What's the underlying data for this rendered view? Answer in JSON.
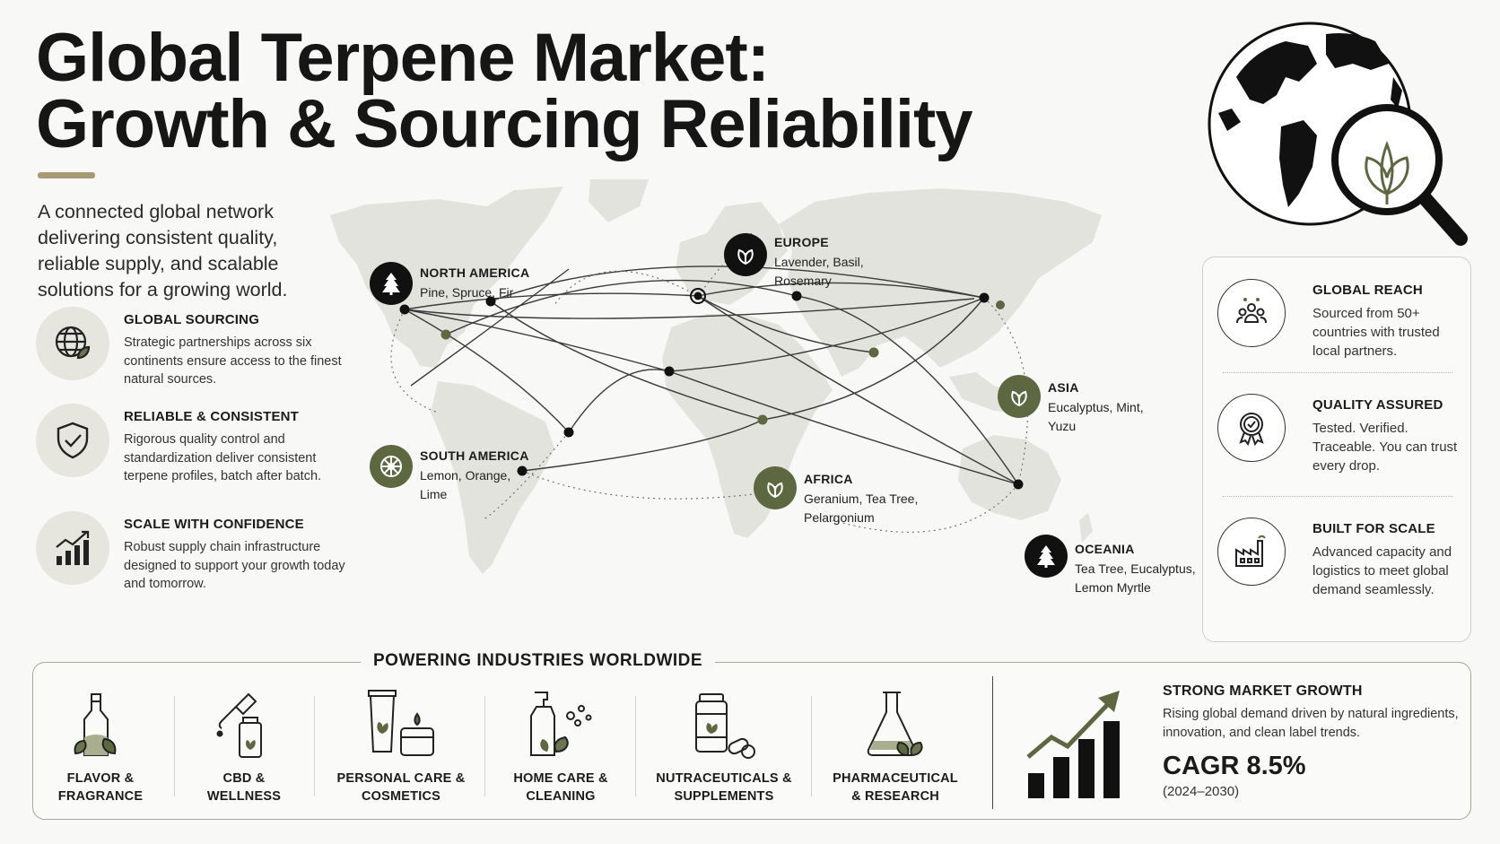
{
  "header": {
    "title_line1": "Global Terpene Market:",
    "title_line2": "Growth & Sourcing Reliability",
    "intro": "A connected global network delivering consistent quality, reliable supply, and scalable solutions for a growing world."
  },
  "left_features": [
    {
      "icon": "globe-leaf-icon",
      "title": "GLOBAL SOURCING",
      "desc": "Strategic partnerships across six continents ensure access to the finest natural sources."
    },
    {
      "icon": "shield-check-icon",
      "title": "RELIABLE & CONSISTENT",
      "desc": "Rigorous quality control and standardization deliver consistent terpene profiles, batch after batch."
    },
    {
      "icon": "bar-growth-icon",
      "title": "SCALE WITH CONFIDENCE",
      "desc": "Robust supply chain infrastructure designed to support your growth today and tomorrow."
    }
  ],
  "regions": [
    {
      "icon": "tree-icon",
      "name": "NORTH AMERICA",
      "items": "Pine, Spruce, Fir"
    },
    {
      "icon": "leaf-icon",
      "name": "EUROPE",
      "items": "Lavender, Basil, Rosemary"
    },
    {
      "icon": "citrus-icon",
      "name": "SOUTH AMERICA",
      "items": "Lemon, Orange, Lime"
    },
    {
      "icon": "leaf-icon",
      "name": "ASIA",
      "items": "Eucalyptus, Mint, Yuzu"
    },
    {
      "icon": "leaf-icon",
      "name": "AFRICA",
      "items": "Geranium, Tea Tree, Pelargonium"
    },
    {
      "icon": "tree-icon",
      "name": "OCEANIA",
      "items": "Tea Tree, Eucalyptus, Lemon Myrtle"
    }
  ],
  "right_panel": [
    {
      "icon": "people-network-icon",
      "title": "GLOBAL REACH",
      "desc": "Sourced from 50+ countries with trusted local partners."
    },
    {
      "icon": "badge-check-icon",
      "title": "QUALITY ASSURED",
      "desc": "Tested. Verified. Traceable. You can trust every drop."
    },
    {
      "icon": "factory-icon",
      "title": "BUILT FOR SCALE",
      "desc": "Advanced capacity and logistics to meet global demand seamlessly."
    }
  ],
  "industries": {
    "title": "POWERING INDUSTRIES WORLDWIDE",
    "items": [
      {
        "icon": "bottle-leaf-icon",
        "label": "FLAVOR &\nFRAGRANCE"
      },
      {
        "icon": "dropper-icon",
        "label": "CBD &\nWELLNESS"
      },
      {
        "icon": "tube-candle-icon",
        "label": "PERSONAL CARE &\nCOSMETICS"
      },
      {
        "icon": "spray-bottle-icon",
        "label": "HOME CARE &\nCLEANING"
      },
      {
        "icon": "supplement-jar-icon",
        "label": "NUTRACEUTICALS &\nSUPPLEMENTS"
      },
      {
        "icon": "flask-icon",
        "label": "PHARMACEUTICAL\n& RESEARCH"
      }
    ]
  },
  "growth": {
    "icon": "growth-chart-icon",
    "title": "STRONG MARKET GROWTH",
    "desc": "Rising global demand driven by natural ingredients, innovation, and clean label trends.",
    "cagr": "CAGR 8.5%",
    "period": "(2024–2030)"
  },
  "colors": {
    "accent_green": "#5d6840",
    "gold_rule": "#a89a72",
    "dark": "#111111"
  }
}
